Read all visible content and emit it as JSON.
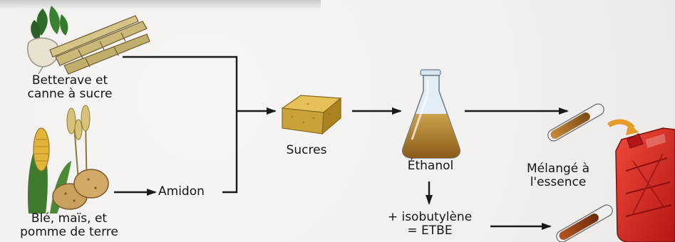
{
  "diagram": {
    "sources": {
      "sugar_crops": [
        "Betterave et",
        "canne à sucre"
      ],
      "starch_crops": [
        "Blé, maïs, et",
        "pomme de terre"
      ]
    },
    "intermediate": {
      "starch": "Amidon",
      "sugars": "Sucres"
    },
    "product": {
      "ethanol": "Éthanol",
      "etbe": [
        "+ isobutylène",
        "= ETBE"
      ]
    },
    "use": {
      "blend": [
        "Mélangé à",
        "l'essence"
      ]
    }
  },
  "colors": {
    "arrow": "#1a1a1a",
    "sugar_block": "#c9a23a",
    "ethanol_liquid": "#b78a2e",
    "fuel_can": "#d9282a"
  }
}
